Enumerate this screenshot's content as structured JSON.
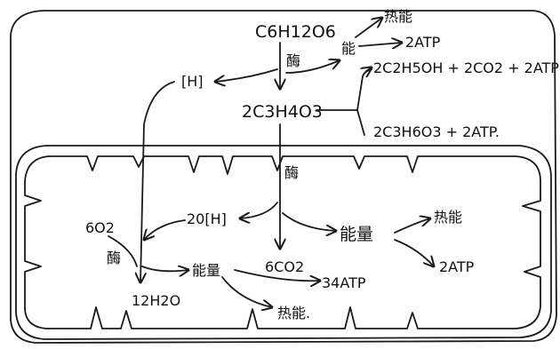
{
  "diagram": {
    "labels": {
      "glucose": "C6H12O6",
      "enzyme_top": "酶",
      "energy_small": "能",
      "heat_energy_top": "热能",
      "atp_2_top": "2ATP",
      "h_top": "[H]",
      "ethanol_branch": "2C2H5OH + 2CO2 + 2ATP",
      "pyruvate": "2C3H4O3",
      "lactic_branch": "2C3H6O3 + 2ATP.",
      "enzyme_mid": "酶",
      "h_20": "20[H]",
      "large_energy": "能量",
      "heat_energy_right": "热能",
      "atp_2_right": "2ATP",
      "o2_6": "6O2",
      "enzyme_left": "酶",
      "energy_bottom": "能量",
      "co2_6": "6CO2",
      "atp_34": "34ATP",
      "water_12": "12H2O",
      "heat_energy_bottom": "热能."
    }
  }
}
